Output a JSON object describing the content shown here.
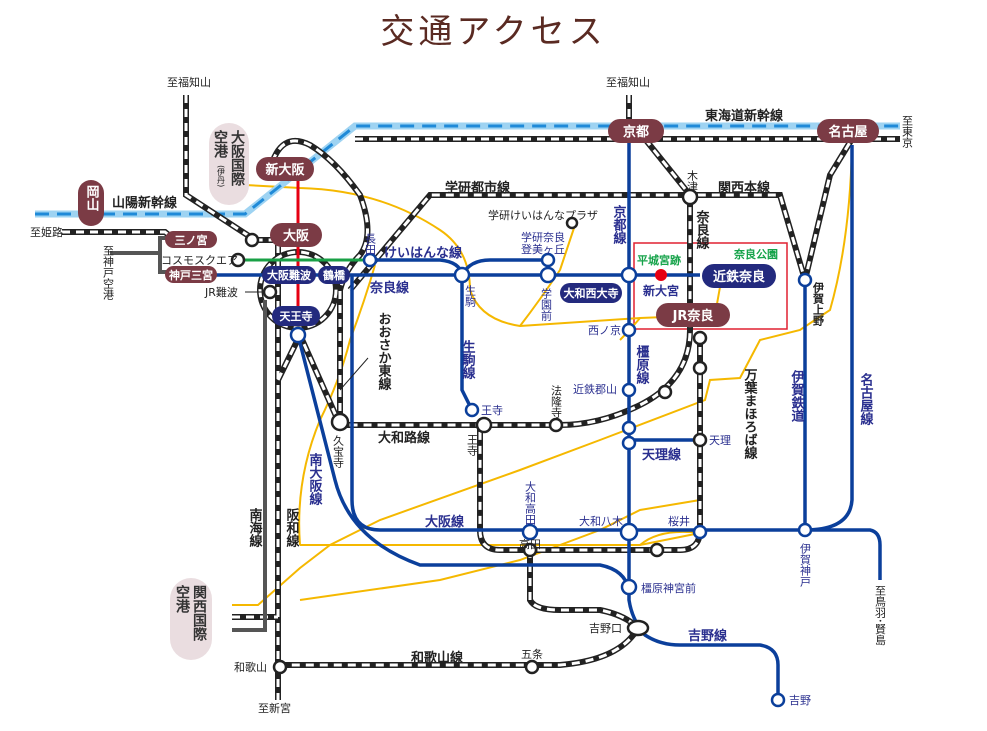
{
  "title": "交通アクセス",
  "colors": {
    "jr_pill": "#7b3b45",
    "kintetsu_pill": "#232a7e",
    "kintetsu_line": "#0b3f9b",
    "shinkansen": "#1f8ad8",
    "airport_bus": "#f5b800",
    "subway_red": "#e60012",
    "port_liner": "#19a046",
    "nankai": "#555555",
    "highlight_box": "#e02030",
    "airport_bg": "#eadde0"
  },
  "major_stations": {
    "shin_osaka": "新大阪",
    "osaka": "大阪",
    "kyoto": "京都",
    "nagoya": "名古屋",
    "okayama": "岡山",
    "jr_nara": "JR奈良",
    "sannomiya": "三ノ宮"
  },
  "kintetsu_stations": {
    "kintetsu_nara": "近鉄奈良",
    "osaka_namba": "大阪難波",
    "tsuruhashi": "鶴橋",
    "tennoji": "天王寺",
    "yamato_saidaiji": "大和西大寺",
    "kobe_sannomiya": "神戸三宮"
  },
  "airports": {
    "itami": {
      "name_line1": "大阪国際",
      "name_line2": "空港",
      "sub": "(伊丹)"
    },
    "kansai": {
      "name_line1": "関西国際",
      "name_line2": "空港"
    }
  },
  "lines": {
    "tokaido_shinkansen": "東海道新幹線",
    "sanyo_shinkansen": "山陽新幹線",
    "gakken_toshi": "学研都市線",
    "kansai_main": "関西本線",
    "keihanna": "けいはんな線",
    "nara_kintetsu": "奈良線",
    "kyoto_line": "京都線",
    "nara_jr": "奈良線",
    "osaka_higashi": "おおさか東線",
    "ikoma": "生駒線",
    "yamatoji": "大和路線",
    "kashihara": "橿原線",
    "tenri": "天理線",
    "manyo_mahoroba": "万葉まほろば線",
    "iga_railway": "伊賀鉄道",
    "nagoya_line": "名古屋線",
    "minami_osaka": "南大阪線",
    "osaka_line": "大阪線",
    "nankai": "南海線",
    "hanwa": "阪和線",
    "wakayama": "和歌山線",
    "yoshino": "吉野線"
  },
  "destinations": {
    "fukuchiyama_west": "至福知山",
    "fukuchiyama_east": "至福知山",
    "tokyo": "至東京",
    "himeji": "至姫路",
    "kobe_airport": "至神戸空港",
    "shingu": "至新宮",
    "toba_kashikojima": "至鳥羽･賢島"
  },
  "stations": {
    "nagata": "長田",
    "gakken_plaza": "学研けいはんなプラザ",
    "gakken_nara_tomigaoka": [
      "学研奈良",
      "登美ヶ丘"
    ],
    "ikoma": "生駒",
    "gakuenmae": "学園前",
    "kizu": "木津",
    "shin_omiya": "新大宮",
    "heijo_palace": "平城宮跡",
    "nara_park": "奈良公園",
    "iga_ueno": "伊賀上野",
    "saidaiji_nishinokyo": "西ノ京",
    "kintetsu_koriyama": "近鉄郡山",
    "horyuji": "法隆寺",
    "oji_ikoma": "王寺",
    "oji_jr": "王寺",
    "kyuhoji": "久宝寺",
    "tenri": "天理",
    "yamato_takada": "大和高田",
    "takada": "高田",
    "yamato_yagi": "大和八木",
    "sakurai": "桜井",
    "iga_kambe": "伊賀神戸",
    "kashihara_jingumae": "橿原神宮前",
    "yoshinoguchi": "吉野口",
    "gojo": "五条",
    "wakayama": "和歌山",
    "yoshino": "吉野",
    "cosmo_square": "コスモスクエア",
    "jr_namba": "JR難波"
  }
}
